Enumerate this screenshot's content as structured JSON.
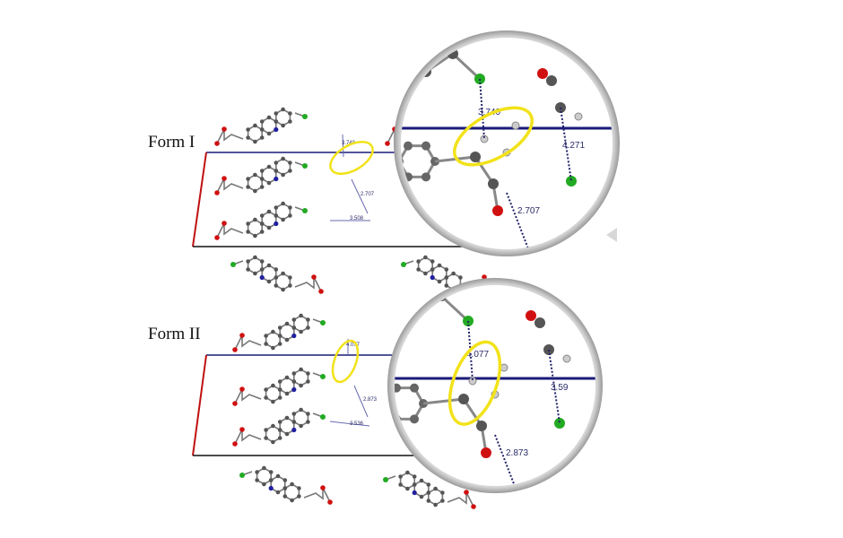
{
  "forms": [
    {
      "label": "Form I",
      "distances": [
        "3.740",
        "2.707",
        "3.508"
      ],
      "zoom_distances": [
        "3.740",
        "4.271",
        "2.707"
      ]
    },
    {
      "label": "Form II",
      "distances": [
        "4.077",
        "2.873",
        "3.536"
      ],
      "zoom_distances": [
        "4.077",
        "3.59",
        "2.873"
      ]
    }
  ],
  "colors": {
    "axis_a": "#1a1a7a",
    "axis_b": "#c01010",
    "axis_c": "#111111",
    "highlight": "#f2e21a",
    "carbon": "#555555",
    "oxygen": "#d01010",
    "chlorine": "#22aa22",
    "nitrogen": "#2020a0"
  }
}
